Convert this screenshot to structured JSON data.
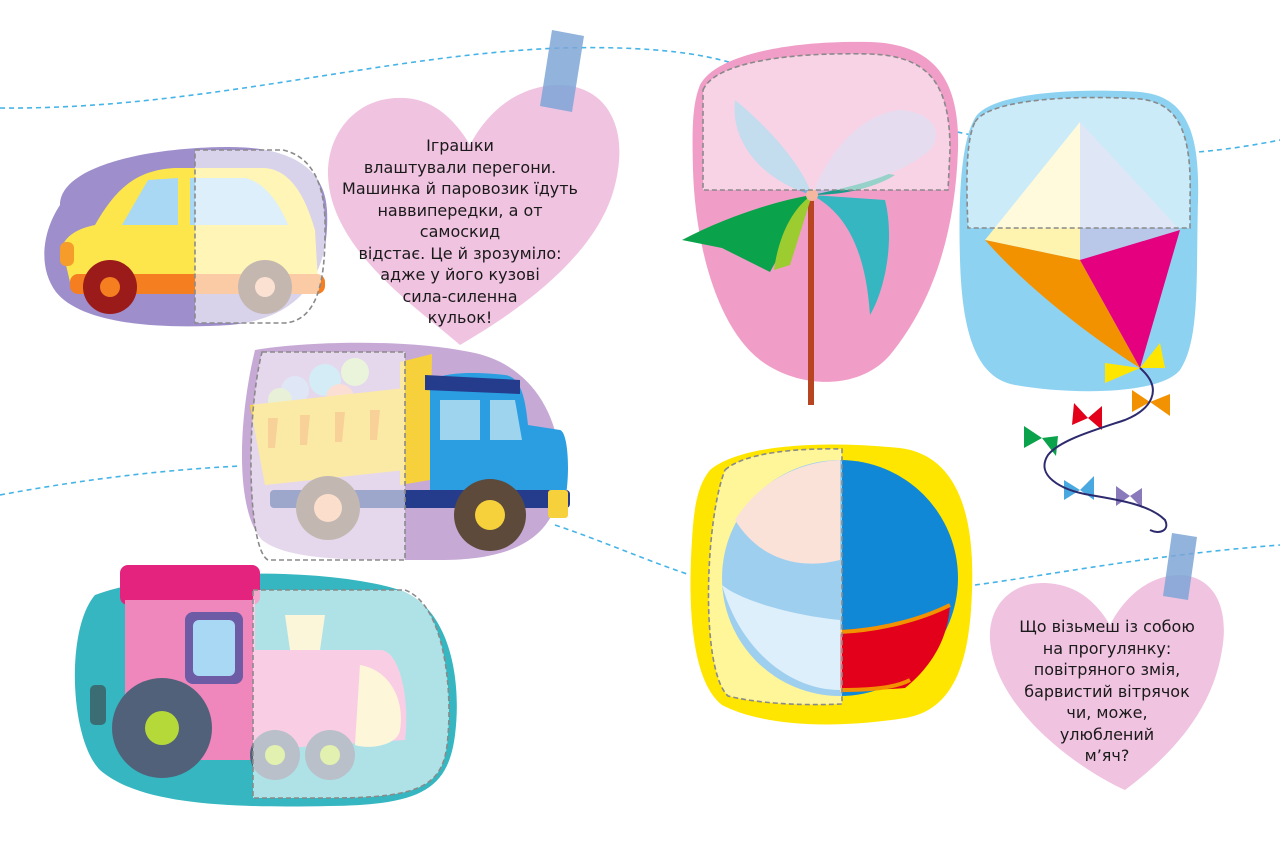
{
  "page": {
    "background": "#ffffff"
  },
  "hearts": [
    {
      "text": "Іграшки\nвлаштували перегони.\nМашинка й паровозик їдуть\nнаввипередки, а от самоскид\nвідстає. Це й зрозуміло:\nадже у його кузові\nсила-силенна\nкульок!",
      "color": "#f0c3e0"
    },
    {
      "text": "Що візьмеш із собою\nна прогулянку:\nповітряного змія,\nбарвистий вітрячок\nчи,  може,\nулюблений\nм’яч?",
      "color": "#f0c3e0"
    }
  ],
  "toys": [
    {
      "name": "car",
      "panel_color": "#9e8fcc",
      "icon": "car-icon"
    },
    {
      "name": "dump truck",
      "panel_color": "#c7a9d6",
      "icon": "dump-truck-icon"
    },
    {
      "name": "train",
      "panel_color": "#35b6c0",
      "icon": "train-icon"
    },
    {
      "name": "pinwheel",
      "panel_color": "#f09ec7",
      "icon": "pinwheel-icon"
    },
    {
      "name": "kite",
      "panel_color": "#8ed2f2",
      "icon": "kite-icon"
    },
    {
      "name": "ball",
      "panel_color": "#ffe600",
      "icon": "ball-icon"
    }
  ],
  "colors": {
    "dashed_line": "#46b4e6",
    "tape": "#7ea6d6",
    "car_body": "#fde64b",
    "truck_cab": "#2a9ee0",
    "truck_body": "#f6d13b",
    "train_body": "#ef86bc",
    "ball_blue": "#1188d6",
    "ball_red": "#e2001a"
  }
}
